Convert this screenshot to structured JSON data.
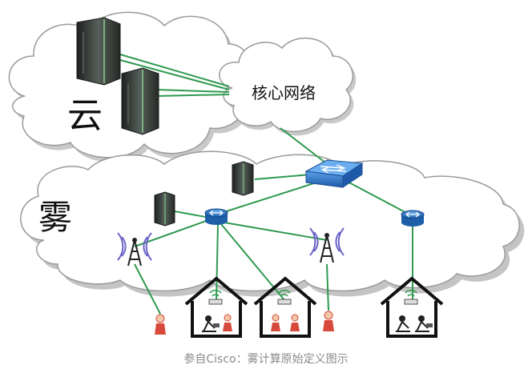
{
  "labels": {
    "cloud": "云",
    "fog": "雾",
    "core_network": "核心网络"
  },
  "caption": "参自Cisco：雾计算原始定义图示",
  "colors": {
    "link": "#2f9a4f",
    "cloud_fill": "#ffffff",
    "cloud_shadow": "#bdbdbd",
    "switch": "#2a6fc0",
    "router": "#2a78c8",
    "server": "#3b3f3c",
    "tower": "#222222",
    "signal": "#6a62c8",
    "person": "#d74a3b",
    "caption": "#8a8a8a"
  },
  "icons": [
    "server-icon",
    "switch-icon",
    "router-icon",
    "antenna-tower-icon",
    "house-icon",
    "person-icon",
    "wifi-router-icon"
  ]
}
